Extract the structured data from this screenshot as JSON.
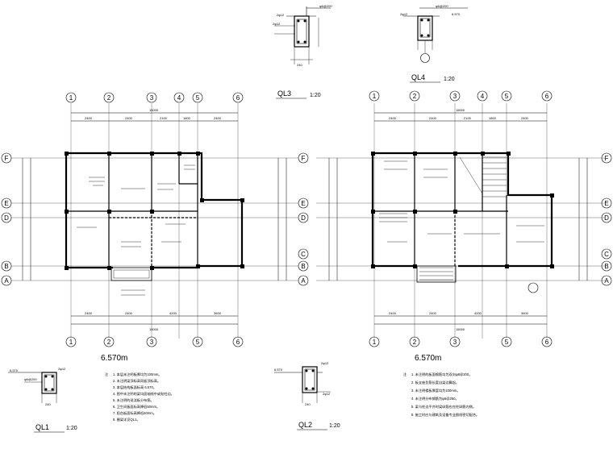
{
  "details": {
    "ql3": {
      "title": "QL3",
      "scale": "1:20"
    },
    "ql4": {
      "title": "QL4",
      "scale": "1:20"
    },
    "ql1": {
      "title": "QL1",
      "scale": "1:20"
    },
    "ql2": {
      "title": "QL2",
      "scale": "1:20"
    }
  },
  "plans": {
    "left": {
      "elevation": "6.570m"
    },
    "right": {
      "elevation": "6.570m"
    }
  },
  "axes": {
    "columns": [
      "1",
      "2",
      "3",
      "4",
      "5",
      "6"
    ],
    "rows": [
      "F",
      "E",
      "D",
      "C",
      "B",
      "A"
    ]
  },
  "dims": {
    "left_top": [
      "2400",
      "2400",
      "2100",
      "1800",
      "2400"
    ],
    "left_bottom": [
      "2400",
      "2400",
      "4200",
      "3600"
    ],
    "right_top": [
      "2400",
      "2400",
      "2100",
      "1800",
      "2400"
    ],
    "right_bottom": [
      "2400",
      "2400",
      "4200",
      "3600"
    ],
    "total": "15000"
  },
  "notes": {
    "left_marker": "注",
    "left_lines": [
      "1. 本层未注明板厚均为100mm。",
      "2. 未注明梁顶标高同板顶标高。",
      "3. 本层结构板面标高 6.570。",
      "4. 图中未注明的梁均居轴线中或贴柱边。",
      "5. 未注明的现浇板分布筋。",
      "6. 卫生间板面标高降低50mm。",
      "7. 阳台板面标高降低50mm。",
      "8. 圈梁详见QL1。"
    ],
    "right_marker": "注",
    "right_lines": [
      "1. 未注明的板面钢筋均为双向φ8@200。",
      "2. 板支座负筋长度自梁边算起。",
      "3. 未注明楼板厚度均为100mm。",
      "4. 未注明分布钢筋为φ6@250。",
      "5. 梁与柱边平齐时梁纵筋应在柱纵筋内侧。",
      "6. 施工时应与建筑及设备专业图纸密切配合。"
    ]
  },
  "section_labels": {
    "top": "2φ12",
    "stirrup": "φ6@200",
    "bottom": "2φ12",
    "width": "240",
    "height": "240",
    "level": "6.570"
  }
}
